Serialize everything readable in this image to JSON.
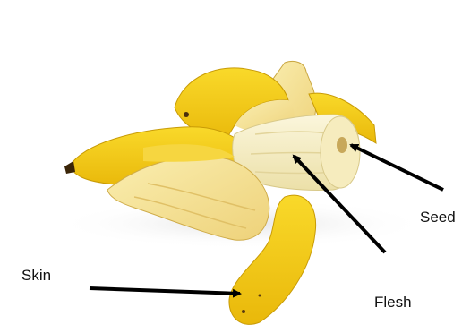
{
  "labels": {
    "seed": "Seed",
    "skin": "Skin",
    "flesh": "Flesh"
  },
  "colors": {
    "peel_yellow": "#f3cc12",
    "peel_inner": "#f7e48a",
    "flesh": "#f4ecc2",
    "arrow": "#000000"
  }
}
